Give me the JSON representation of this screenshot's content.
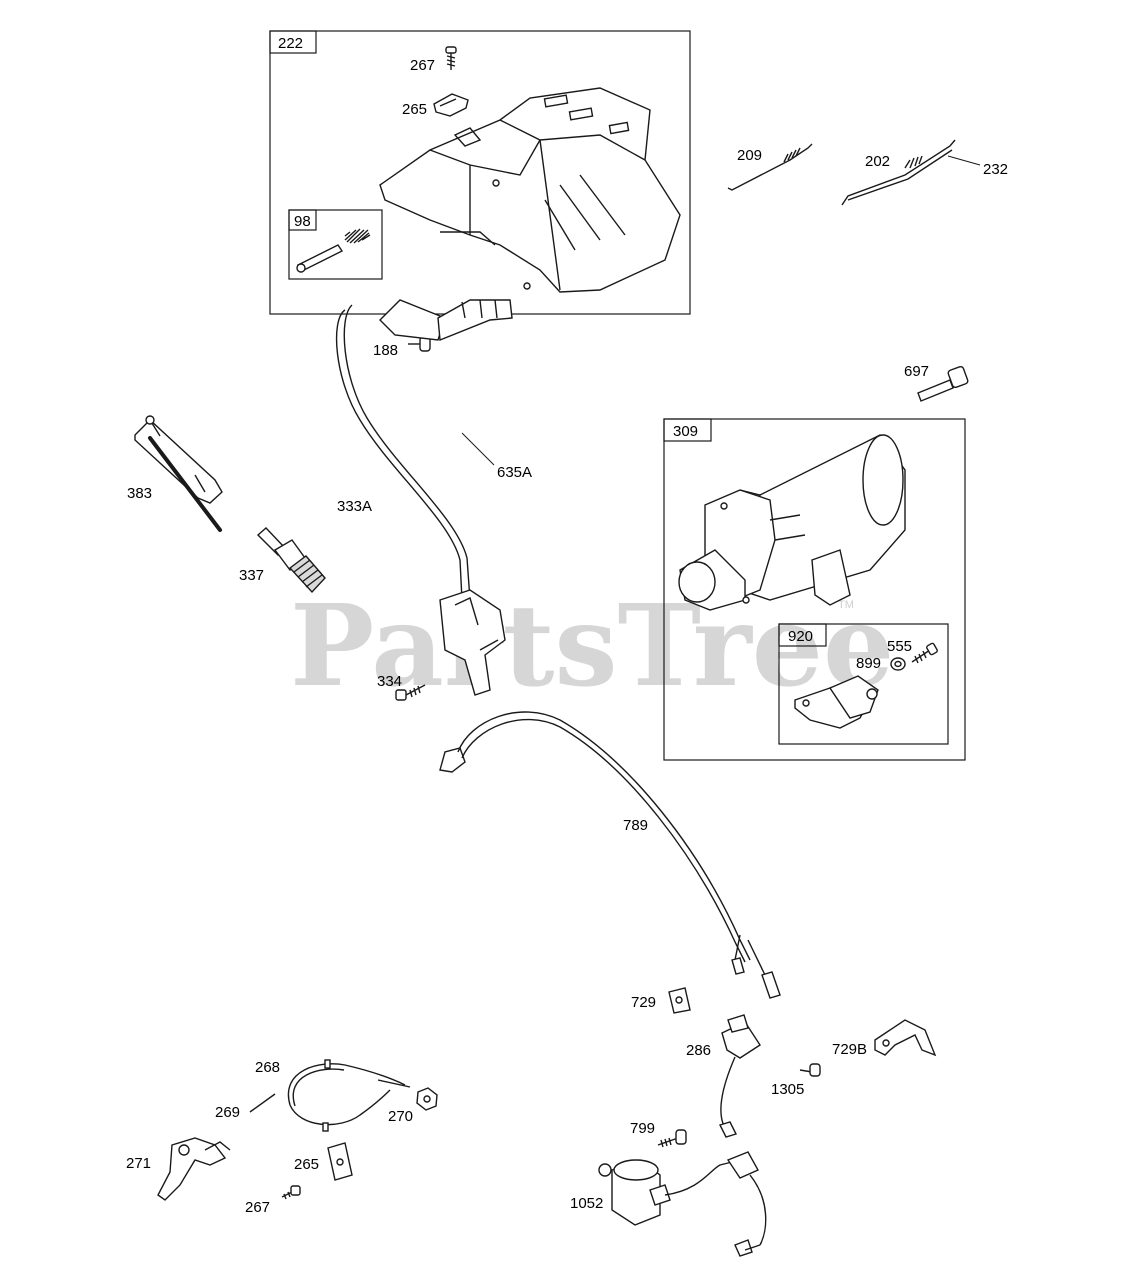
{
  "watermark": {
    "text": "PartsTree",
    "tm": "TM"
  },
  "callouts": {
    "c222": "222",
    "c267a": "267",
    "c265a": "265",
    "c98": "98",
    "c209": "209",
    "c202": "202",
    "c232": "232",
    "c188": "188",
    "c697": "697",
    "c383": "383",
    "c333A": "333A",
    "c635A": "635A",
    "c337": "337",
    "c309": "309",
    "c920": "920",
    "c555": "555",
    "c899": "899",
    "c334": "334",
    "c789": "789",
    "c729": "729",
    "c286": "286",
    "c729B": "729B",
    "c1305": "1305",
    "c268": "268",
    "c269": "269",
    "c270": "270",
    "c271": "271",
    "c265b": "265",
    "c267b": "267",
    "c799": "799",
    "c1052": "1052"
  },
  "colors": {
    "line": "#1a1a1a",
    "watermark": "#cfcfcf",
    "background": "#ffffff"
  }
}
